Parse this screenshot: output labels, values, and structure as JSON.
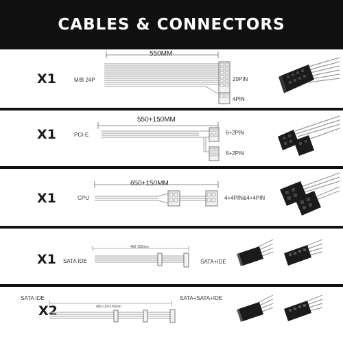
{
  "header": {
    "title": "CABLES & CONNECTORS"
  },
  "rows": [
    {
      "qty": "X1",
      "name": "M/B 24P",
      "length": "550MM",
      "tags": [
        "20PIN",
        "4PIN"
      ]
    },
    {
      "qty": "X1",
      "name": "PCI-E",
      "length": "550+150MM",
      "tags": [
        "6+2PIN",
        "6+2PIN"
      ]
    },
    {
      "qty": "X1",
      "name": "CPU",
      "length": "650+150MM",
      "tags": [
        "4+4PIN&4+4PIN"
      ]
    },
    {
      "qty": "X1",
      "name": "SATA IDE",
      "length": "450-150mm",
      "tags": [
        "SATA+IDE"
      ]
    },
    {
      "qty": "X2",
      "name": "SATA IDE",
      "length": "450-150-150mm",
      "tags": [
        "SATA+SATA+IDE"
      ]
    }
  ],
  "colors": {
    "header_bg": "#111111",
    "header_text": "#ffffff",
    "cable": "#b5b5b5",
    "connector": "#1b1b1b"
  }
}
